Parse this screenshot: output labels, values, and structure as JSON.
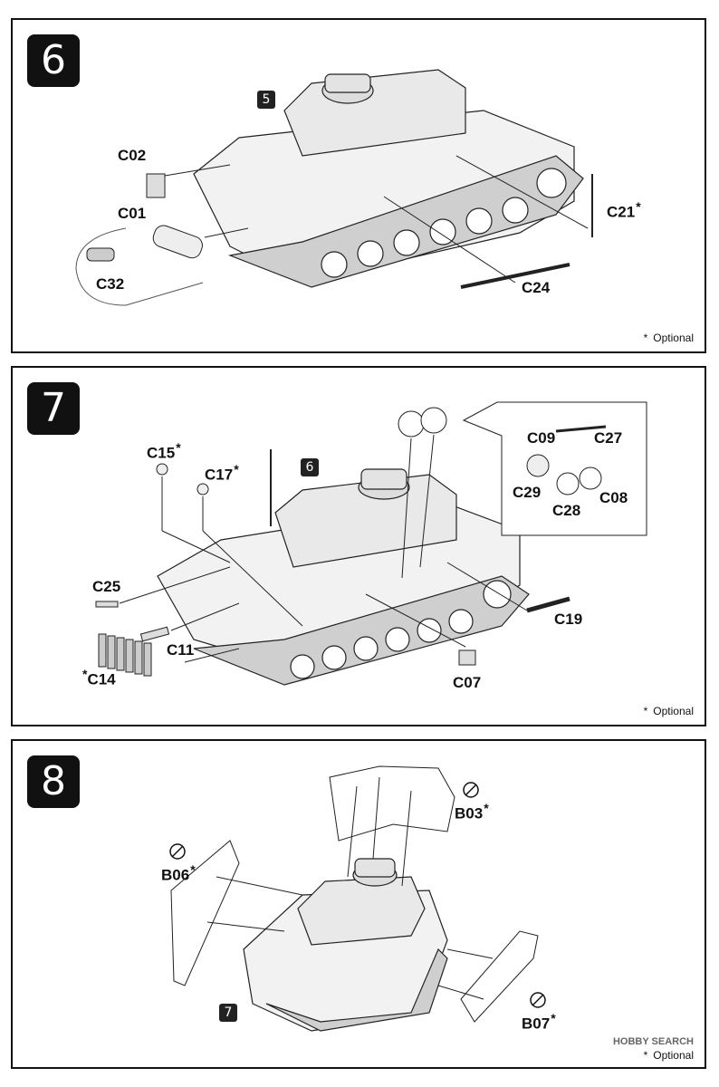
{
  "steps": [
    {
      "number": "6",
      "ref_step": "5",
      "labels": [
        "C02",
        "C01",
        "C32",
        "C24",
        "C21"
      ],
      "optional_note": "Optional"
    },
    {
      "number": "7",
      "ref_step": "6",
      "labels": [
        "C15",
        "C17",
        "C25",
        "C11",
        "C14",
        "C07",
        "C19",
        "C09",
        "C27",
        "C29",
        "C28",
        "C08"
      ],
      "optional_note": "Optional"
    },
    {
      "number": "8",
      "ref_step": "7",
      "labels": [
        "B03",
        "B06",
        "B07"
      ],
      "optional_note": "Optional"
    }
  ],
  "optional_marker": "*",
  "watermark": "HOBBY SEARCH",
  "icons": [
    "tank-hull-drawing",
    "no-glue-icon",
    "arrow-line"
  ]
}
